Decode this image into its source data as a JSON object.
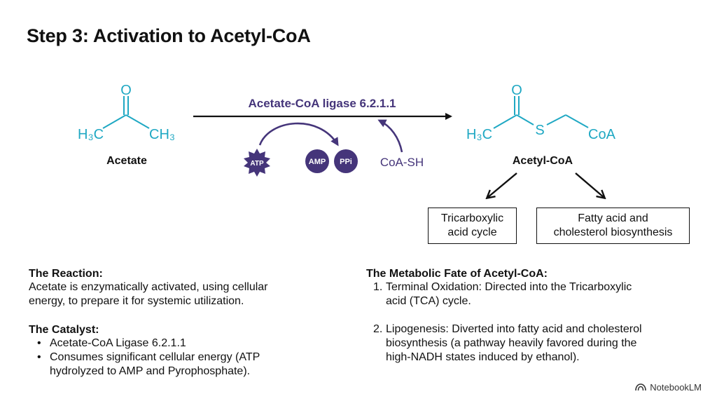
{
  "title": "Step 3: Activation to Acetyl-CoA",
  "colors": {
    "teal": "#1fa8c3",
    "purple": "#45357a",
    "text": "#111111"
  },
  "acetate": {
    "o": "O",
    "ch3_left": "H₃C",
    "ch3_right": "CH₃",
    "name": "Acetate"
  },
  "acetyl_coa": {
    "o": "O",
    "h3c": "H₃C",
    "s": "S",
    "coa": "CoA",
    "name": "Acetyl-CoA"
  },
  "reaction": {
    "enzyme": "Acetate-CoA ligase 6.2.1.1",
    "atp": "ATP",
    "amp": "AMP",
    "ppi": "PPi",
    "coa_sh": "CoA-SH"
  },
  "fates": {
    "tca": [
      "Tricarboxylic",
      "acid cycle"
    ],
    "lipid": [
      "Fatty acid and",
      "cholesterol biosynthesis"
    ]
  },
  "reaction_section": {
    "heading": "The Reaction:",
    "text": [
      "Acetate is enzymatically activated, using cellular",
      "energy, to prepare it for systemic utilization."
    ]
  },
  "catalyst_section": {
    "heading": "The Catalyst:",
    "bullets": [
      [
        "Acetate-CoA Ligase 6.2.1.1"
      ],
      [
        "Consumes significant cellular energy (ATP",
        "hydrolyzed to AMP and Pyrophosphate)."
      ]
    ]
  },
  "fate_section": {
    "heading": "The Metabolic Fate of Acetyl-CoA:",
    "items": [
      {
        "num": "1.",
        "lines": [
          "Terminal Oxidation: Directed into the Tricarboxylic",
          "acid (TCA) cycle."
        ]
      },
      {
        "num": "2.",
        "lines": [
          "Lipogenesis: Diverted into fatty acid and cholesterol",
          "biosynthesis (a pathway heavily favored during the",
          "high-NADH states induced by ethanol)."
        ]
      }
    ]
  },
  "brand": {
    "name": "NotebookLM",
    "icon": "notebooklm-logo-icon"
  }
}
